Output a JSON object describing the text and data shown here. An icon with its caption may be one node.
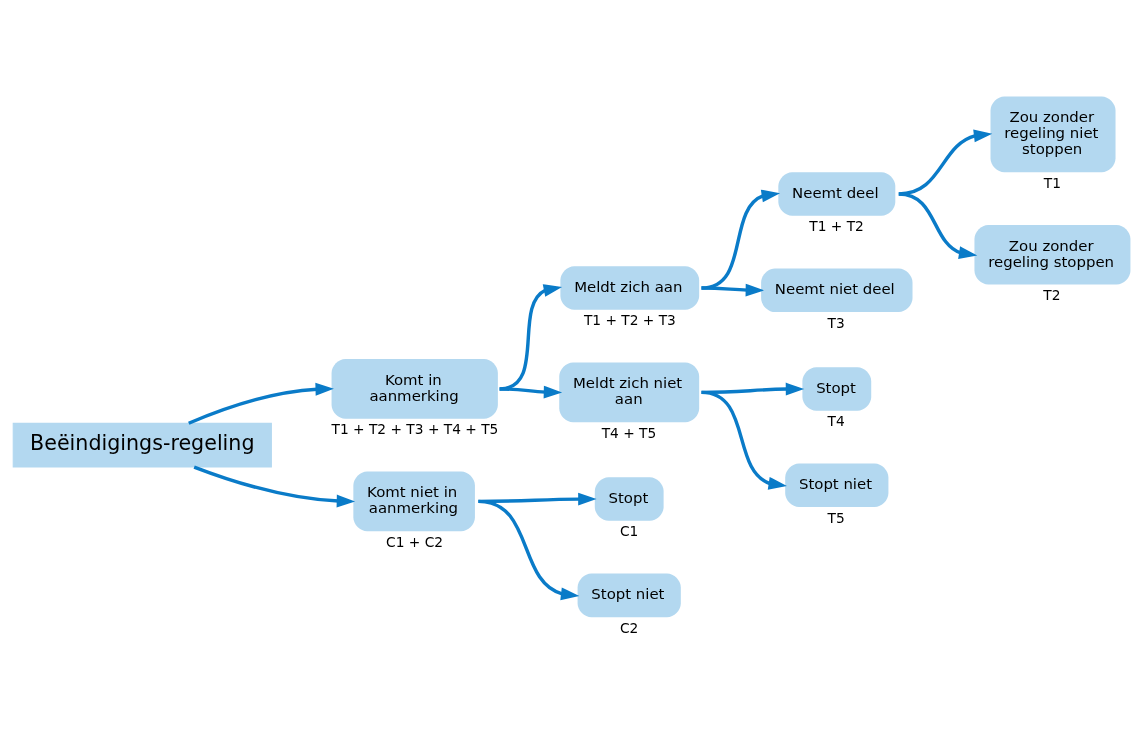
{
  "diagram": {
    "nodes": [
      {
        "text": [
          "Beëindigings-regeling"
        ]
      },
      {
        "text": [
          "Komt in aanmerking"
        ],
        "beside": [
          "T1 + T2 + T3 + T4 + T5"
        ]
      },
      {
        "text": [
          "Komt niet in aanmerking"
        ],
        "beside": [
          "C1 + C2"
        ]
      },
      {
        "text": [
          "Meldt zich aan"
        ],
        "beside": [
          "T1 + T2 + T3"
        ]
      },
      {
        "text": [
          "Meldt zich niet aan"
        ],
        "beside": [
          "T4 + T5"
        ]
      },
      {
        "text": [
          "Stopt"
        ],
        "beside": [
          "C1"
        ]
      },
      {
        "text": [
          "Stopt niet"
        ],
        "beside": [
          "C2"
        ]
      },
      {
        "text": [
          "Neemt deel"
        ],
        "beside": [
          "T1 + T2"
        ]
      },
      {
        "text": [
          "Neemt niet deel"
        ],
        "beside": [
          "T3"
        ]
      },
      {
        "text": [
          "Stopt"
        ],
        "beside": [
          "T4"
        ]
      },
      {
        "text": [
          "Stopt niet"
        ],
        "beside": [
          "T5"
        ]
      },
      {
        "text": [
          "Zou zonder regeling niet stoppen"
        ],
        "beside": [
          "T1"
        ]
      },
      {
        "text": [
          "Zou zonder regeling stoppen"
        ],
        "beside": [
          "T2"
        ]
      }
    ],
    "edges": [
      {
        "from": 0,
        "to": 1,
        "arrow": "to"
      },
      {
        "from": 0,
        "to": 2,
        "arrow": "to"
      },
      {
        "from": 1,
        "to": 3,
        "arrow": "to"
      },
      {
        "from": 1,
        "to": 4,
        "arrow": "to"
      },
      {
        "from": 2,
        "to": 5,
        "arrow": "to"
      },
      {
        "from": 2,
        "to": 6,
        "arrow": "to"
      },
      {
        "from": 3,
        "to": 7,
        "arrow": "to"
      },
      {
        "from": 3,
        "to": 8,
        "arrow": "to"
      },
      {
        "from": 4,
        "to": 9,
        "arrow": "to"
      },
      {
        "from": 4,
        "to": 10,
        "arrow": "to"
      },
      {
        "from": 7,
        "to": 11,
        "arrow": "to"
      },
      {
        "from": 7,
        "to": 12,
        "arrow": "to"
      }
    ]
  }
}
